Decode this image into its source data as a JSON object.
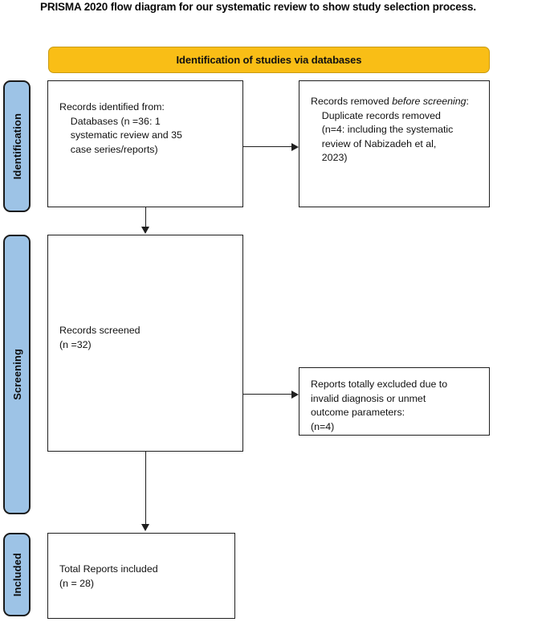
{
  "title": "PRISMA 2020 flow diagram for our systematic review to show study selection process.",
  "phase_header": {
    "label": "Identification of studies via databases",
    "color": "#F9BE16",
    "border_color": "#C89A12"
  },
  "stages": {
    "color": "#9DC3E6",
    "items": [
      {
        "key": "identification",
        "label": "Identification"
      },
      {
        "key": "screening",
        "label": "Screening"
      },
      {
        "key": "included",
        "label": "Included"
      }
    ]
  },
  "boxes": {
    "identified": {
      "name": "records-identified-box",
      "text": "Records identified from:\n    Databases (n =36: 1\n    systematic review and 35\n    case series/reports)"
    },
    "removed": {
      "name": "records-removed-box",
      "text_before_italic": "Records removed ",
      "italic_text": "before screening",
      "text_after_italic": ":\n    Duplicate records removed\n    (n=4: including the systematic\n    review of Nabizadeh et al,\n    2023)"
    },
    "screened": {
      "name": "records-screened-box",
      "text": "Records screened\n(n =32)"
    },
    "excluded": {
      "name": "reports-excluded-box",
      "text": "Reports totally excluded due to\ninvalid diagnosis or unmet\noutcome parameters:\n(n=4)"
    },
    "included": {
      "name": "total-reports-included-box",
      "text": "Total Reports included\n(n = 28)"
    }
  },
  "counts": {
    "records_identified": 36,
    "systematic_reviews": 1,
    "case_series_reports": 35,
    "duplicates_removed": 4,
    "records_screened": 32,
    "reports_excluded": 4,
    "total_included": 28
  }
}
